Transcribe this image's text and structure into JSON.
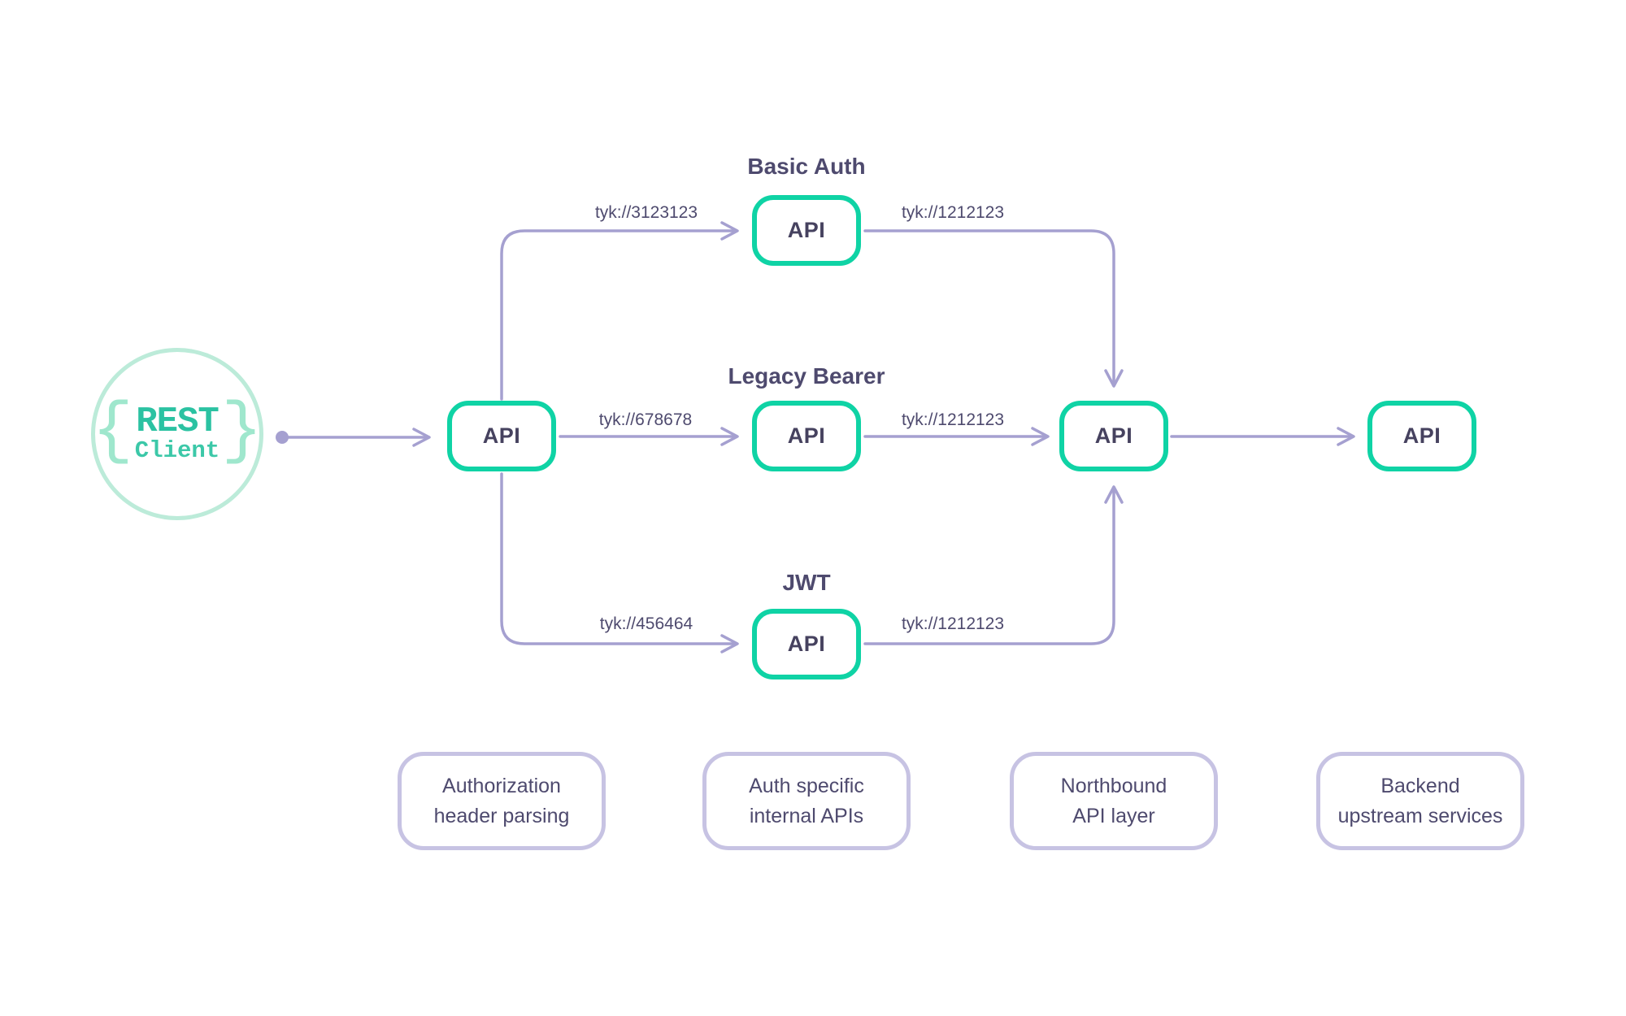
{
  "colors": {
    "node_border_teal": "#0fd3a5",
    "connector_purple": "#a5a0d0",
    "text_dark_purple": "#4e4a6e",
    "api_label_text": "#46425f",
    "client_circle_mint": "#bcebd9",
    "client_brace_mint": "#9fe7cd",
    "client_text_teal": "#2bc2a2",
    "legend_border_lavender": "#c7c3e3"
  },
  "client": {
    "name": "REST",
    "type": "Client",
    "brace_left": "{",
    "brace_right": "}"
  },
  "gateway": {
    "label": "API"
  },
  "routes": [
    {
      "title": "Basic Auth",
      "api_label": "API",
      "inbound_url": "tyk://3123123",
      "outbound_url": "tyk://1212123"
    },
    {
      "title": "Legacy Bearer",
      "api_label": "API",
      "inbound_url": "tyk://678678",
      "outbound_url": "tyk://1212123"
    },
    {
      "title": "JWT",
      "api_label": "API",
      "inbound_url": "tyk://456464",
      "outbound_url": "tyk://1212123"
    }
  ],
  "northbound": {
    "label": "API"
  },
  "backend": {
    "label": "API"
  },
  "legend": {
    "items": [
      {
        "label": "Authorization\nheader parsing"
      },
      {
        "label": "Auth specific\ninternal APIs"
      },
      {
        "label": "Northbound\nAPI layer"
      },
      {
        "label": "Backend\nupstream services"
      }
    ]
  }
}
